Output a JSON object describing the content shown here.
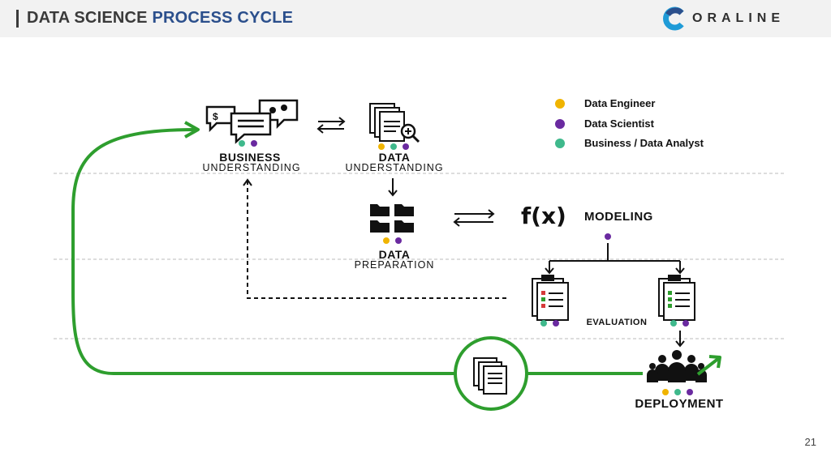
{
  "header": {
    "title_part1": "DATA SCIENCE",
    "title_part2": "PROCESS CYCLE",
    "logo_text": "ORALINE"
  },
  "legend": [
    {
      "label": "Data Engineer",
      "color": "#f0b400"
    },
    {
      "label": "Data Scientist",
      "color": "#6a2aa0"
    },
    {
      "label": "Business / Data Analyst",
      "color": "#3fb98c"
    }
  ],
  "stages": {
    "business_understanding": {
      "line1": "BUSINESS",
      "line2": "UNDERSTANDING"
    },
    "data_understanding": {
      "line1": "DATA",
      "line2": "UNDERSTANDING"
    },
    "data_preparation": {
      "line1": "DATA",
      "line2": "PREPARATION"
    },
    "modeling": {
      "formula": "f(x)",
      "label": "MODELING"
    },
    "evaluation": {
      "label": "EVALUATION"
    },
    "deployment": {
      "label": "DEPLOYMENT"
    }
  },
  "colors": {
    "cycle_green": "#2e9e2e",
    "engineer": "#f0b400",
    "scientist": "#6a2aa0",
    "analyst": "#3fb98c"
  },
  "page_number": "21"
}
